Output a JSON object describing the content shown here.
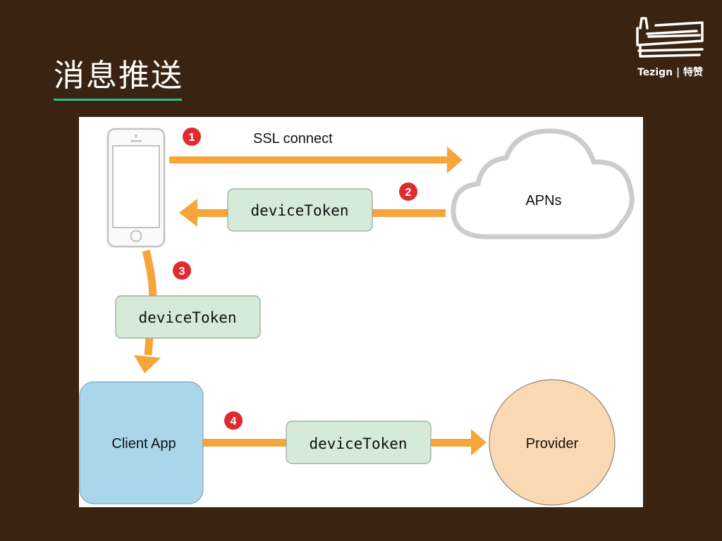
{
  "slide": {
    "title": "消息推送",
    "accent_color": "#2fc08a",
    "background_color": "#3a2310"
  },
  "logo": {
    "icon": "thumbs-up-logo-icon",
    "brand_en": "Tezign",
    "separator": "|",
    "brand_cn": "特赞"
  },
  "diagram": {
    "colors": {
      "arrow": "#f5a53a",
      "token_box": "#d5ead8",
      "step_badge": "#e02a2f",
      "client_app": "#a9d6ea",
      "provider": "#fad8b2",
      "cloud_stroke": "#cccccc",
      "phone_stroke": "#c2c2c2"
    },
    "nodes": {
      "device": "iphone-icon",
      "apns": "APNs",
      "client_app": "Client App",
      "provider": "Provider"
    },
    "steps": [
      {
        "number": "1",
        "label": "SSL connect"
      },
      {
        "number": "2",
        "label": "deviceToken"
      },
      {
        "number": "3",
        "label": "deviceToken"
      },
      {
        "number": "4",
        "label": "deviceToken"
      }
    ]
  }
}
